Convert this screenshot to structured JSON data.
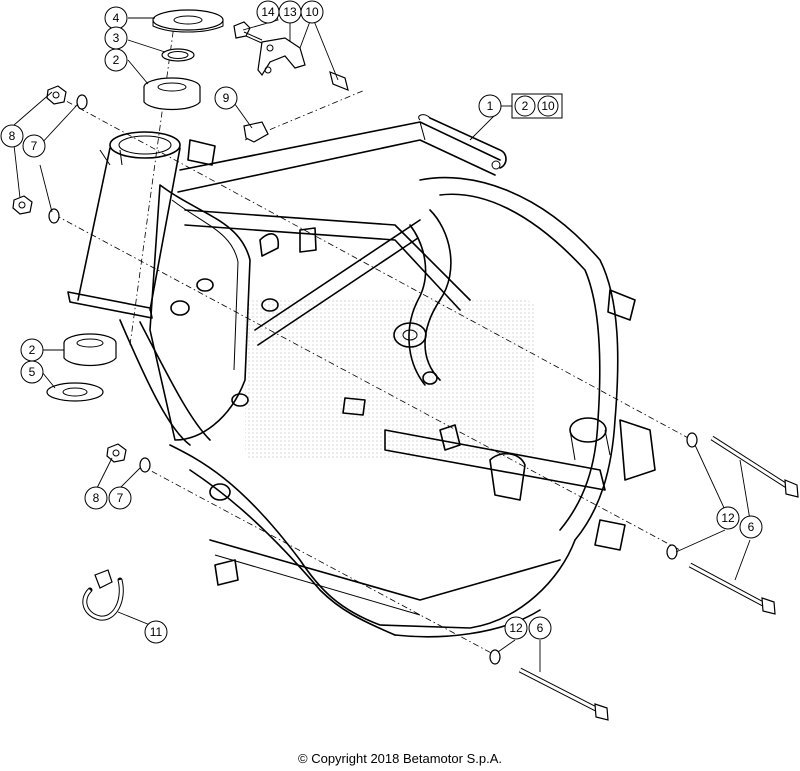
{
  "callouts": {
    "c4": "4",
    "c3": "3",
    "c2a": "2",
    "c2b": "2",
    "c8a": "8",
    "c7a": "7",
    "c9": "9",
    "c14": "14",
    "c13": "13",
    "c10": "10",
    "c1": "1",
    "c1_kit_a": "2",
    "c1_kit_b": "10",
    "c5": "5",
    "c8b": "8",
    "c7b": "7",
    "c12a": "12",
    "c6a": "6",
    "c12b": "12",
    "c6b": "6",
    "c11": "11"
  },
  "copyright": "© Copyright 2018 Betamotor S.p.A."
}
